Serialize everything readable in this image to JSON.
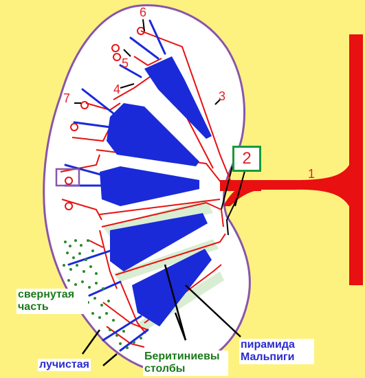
{
  "labels": {
    "n1": "1",
    "n2": "2",
    "n3": "3",
    "n4": "4",
    "n5": "5",
    "n6": "6",
    "n7": "7",
    "convoluted": "свернутая часть",
    "radiate": "лучистая",
    "bertin": "Беритиниевы столбы",
    "malpighi": "пирамида Мальпиги"
  },
  "colors": {
    "background": "#fdf27f",
    "kidney_fill": "#ffffff",
    "capsule": "#8a55aa",
    "vessel": "#e81010",
    "pyramid": "#1a2ad8",
    "cortex_dots": "#2a8a2a",
    "callout_box": "#1a9a3a",
    "highlight_box": "#8a55aa"
  }
}
